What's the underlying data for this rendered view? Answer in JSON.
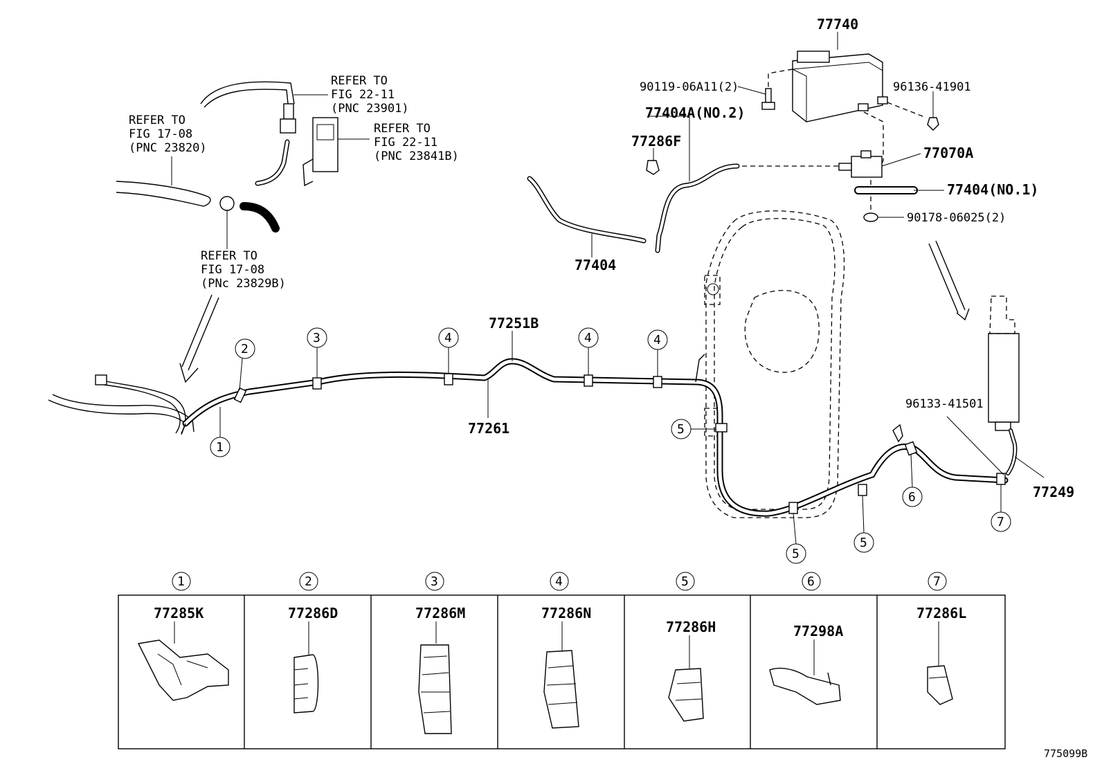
{
  "refs": {
    "ref1": [
      "REFER TO",
      "FIG 22-11",
      "(PNC 23901)"
    ],
    "ref2": [
      "REFER TO",
      "FIG 22-11",
      "(PNC 23841B)"
    ],
    "ref3": [
      "REFER TO",
      "FIG 17-08",
      "(PNC 23820)"
    ],
    "ref4": [
      "REFER TO",
      "FIG 17-08",
      "(PNc 23829B)"
    ]
  },
  "parts": {
    "p77740": "77740",
    "p90119": "90119-06A11(2)",
    "p96136": "96136-41901",
    "p77404A": "77404A(NO.2)",
    "p77286F": "77286F",
    "p77070A": "77070A",
    "p77404no1": "77404(NO.1)",
    "p90178": "90178-06025(2)",
    "p77404": "77404",
    "p77251B": "77251B",
    "p77261": "77261",
    "p96133": "96133-41501",
    "p77249": "77249"
  },
  "callouts": [
    "1",
    "2",
    "3",
    "4",
    "5",
    "6",
    "7"
  ],
  "clamp_table": [
    {
      "index": "1",
      "part": "77285K"
    },
    {
      "index": "2",
      "part": "77286D"
    },
    {
      "index": "3",
      "part": "77286M"
    },
    {
      "index": "4",
      "part": "77286N"
    },
    {
      "index": "5",
      "part": "77286H"
    },
    {
      "index": "6",
      "part": "77298A"
    },
    {
      "index": "7",
      "part": "77286L"
    }
  ],
  "figure_id": "775099B"
}
